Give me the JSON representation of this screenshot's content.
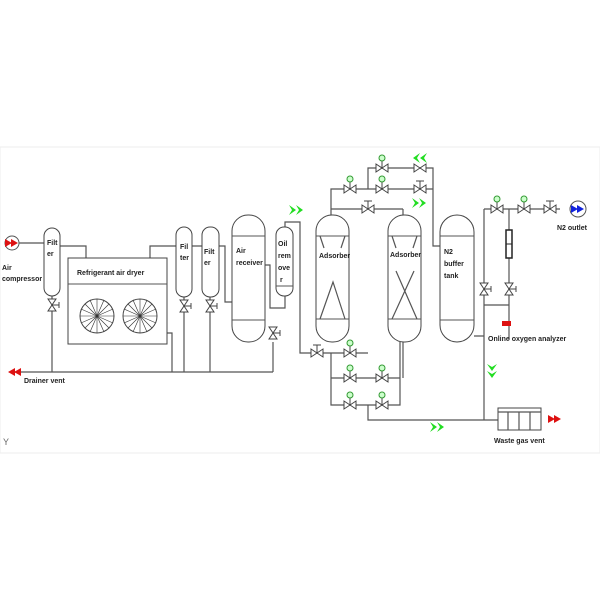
{
  "labels": {
    "air_compressor_1": "Air",
    "air_compressor_2": "compressor",
    "filter1": [
      "Filt",
      "er"
    ],
    "dryer": "Refrigerant air dryer",
    "filter2": [
      "Fil",
      "ter"
    ],
    "filter3": [
      "Filt",
      "er"
    ],
    "air_receiver": [
      "Air",
      "receiver"
    ],
    "oil_remover": [
      "Oil",
      "rem",
      "ove",
      "r"
    ],
    "adsorber1": "Adsorber",
    "adsorber2": "Adsorber",
    "n2_tank": [
      "N2",
      "buffer",
      "tank"
    ],
    "n2_outlet": "N2 outlet",
    "oxygen_analyzer": "Online oxygen analyzer",
    "drainer_vent": "Drainer vent",
    "waste_gas_vent": "Waste gas vent",
    "corner_mark": "Y"
  },
  "colors": {
    "green_flow": "#22dd22",
    "red_flow": "#dd1111",
    "blue_flow": "#1122dd",
    "line": "#555555"
  }
}
